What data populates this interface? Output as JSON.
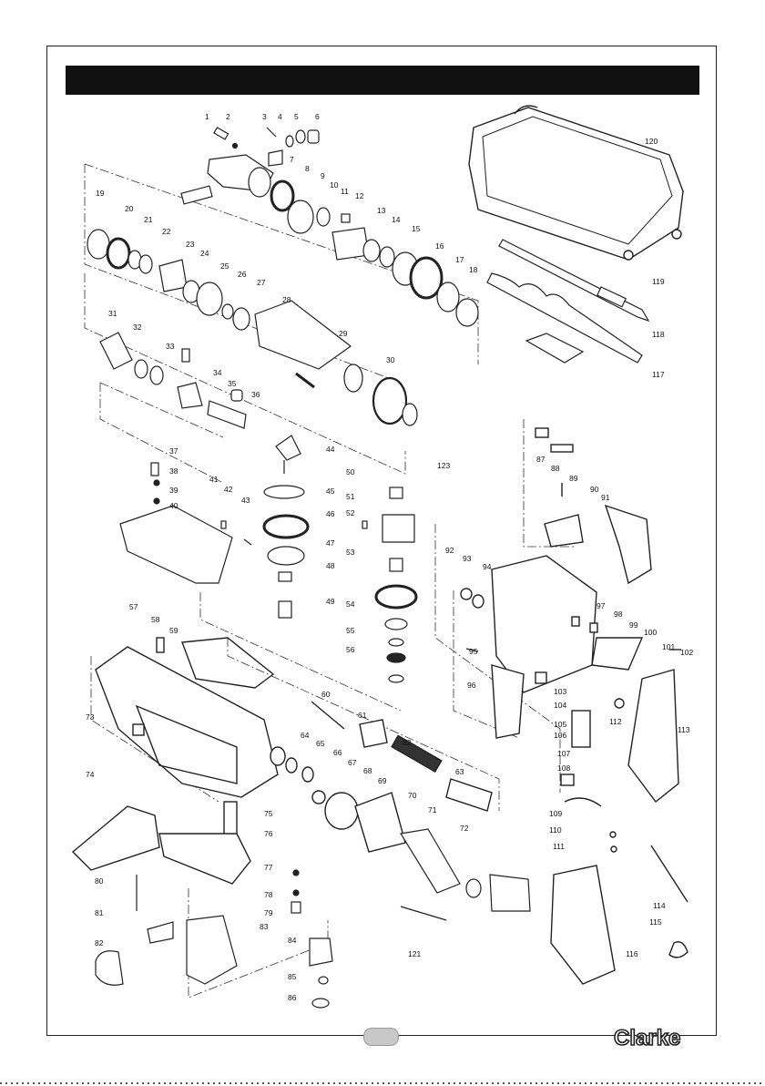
{
  "header": {
    "title": ""
  },
  "parts": [
    {
      "n": "1"
    },
    {
      "n": "2"
    },
    {
      "n": "3"
    },
    {
      "n": "4"
    },
    {
      "n": "5"
    },
    {
      "n": "6"
    },
    {
      "n": "7"
    },
    {
      "n": "8"
    },
    {
      "n": "9"
    },
    {
      "n": "10"
    },
    {
      "n": "11"
    },
    {
      "n": "12"
    },
    {
      "n": "13"
    },
    {
      "n": "14"
    },
    {
      "n": "15"
    },
    {
      "n": "16"
    },
    {
      "n": "17"
    },
    {
      "n": "18"
    },
    {
      "n": "19"
    },
    {
      "n": "20"
    },
    {
      "n": "21"
    },
    {
      "n": "22"
    },
    {
      "n": "23"
    },
    {
      "n": "24"
    },
    {
      "n": "25"
    },
    {
      "n": "26"
    },
    {
      "n": "27"
    },
    {
      "n": "28"
    },
    {
      "n": "29"
    },
    {
      "n": "30"
    },
    {
      "n": "31"
    },
    {
      "n": "32"
    },
    {
      "n": "33"
    },
    {
      "n": "34"
    },
    {
      "n": "35"
    },
    {
      "n": "36"
    },
    {
      "n": "37"
    },
    {
      "n": "38"
    },
    {
      "n": "39"
    },
    {
      "n": "40"
    },
    {
      "n": "41"
    },
    {
      "n": "42"
    },
    {
      "n": "43"
    },
    {
      "n": "44"
    },
    {
      "n": "45"
    },
    {
      "n": "46"
    },
    {
      "n": "47"
    },
    {
      "n": "48"
    },
    {
      "n": "49"
    },
    {
      "n": "50"
    },
    {
      "n": "51"
    },
    {
      "n": "52"
    },
    {
      "n": "53"
    },
    {
      "n": "54"
    },
    {
      "n": "55"
    },
    {
      "n": "56"
    },
    {
      "n": "57"
    },
    {
      "n": "58"
    },
    {
      "n": "59"
    },
    {
      "n": "60"
    },
    {
      "n": "61"
    },
    {
      "n": "62"
    },
    {
      "n": "63"
    },
    {
      "n": "64"
    },
    {
      "n": "65"
    },
    {
      "n": "66"
    },
    {
      "n": "67"
    },
    {
      "n": "68"
    },
    {
      "n": "69"
    },
    {
      "n": "70"
    },
    {
      "n": "71"
    },
    {
      "n": "72"
    },
    {
      "n": "73"
    },
    {
      "n": "74"
    },
    {
      "n": "75"
    },
    {
      "n": "76"
    },
    {
      "n": "77"
    },
    {
      "n": "78"
    },
    {
      "n": "79"
    },
    {
      "n": "80"
    },
    {
      "n": "81"
    },
    {
      "n": "82"
    },
    {
      "n": "83"
    },
    {
      "n": "84"
    },
    {
      "n": "85"
    },
    {
      "n": "86"
    },
    {
      "n": "87"
    },
    {
      "n": "88"
    },
    {
      "n": "89"
    },
    {
      "n": "90"
    },
    {
      "n": "91"
    },
    {
      "n": "92"
    },
    {
      "n": "93"
    },
    {
      "n": "94"
    },
    {
      "n": "95"
    },
    {
      "n": "96"
    },
    {
      "n": "97"
    },
    {
      "n": "98"
    },
    {
      "n": "99"
    },
    {
      "n": "100"
    },
    {
      "n": "101"
    },
    {
      "n": "102"
    },
    {
      "n": "103"
    },
    {
      "n": "104"
    },
    {
      "n": "105"
    },
    {
      "n": "106"
    },
    {
      "n": "107"
    },
    {
      "n": "108"
    },
    {
      "n": "109"
    },
    {
      "n": "110"
    },
    {
      "n": "111"
    },
    {
      "n": "112"
    },
    {
      "n": "113"
    },
    {
      "n": "114"
    },
    {
      "n": "115"
    },
    {
      "n": "116"
    },
    {
      "n": "117"
    },
    {
      "n": "118"
    },
    {
      "n": "119"
    },
    {
      "n": "120"
    },
    {
      "n": "121"
    },
    {
      "n": "123"
    }
  ],
  "footer": {
    "page_number": "",
    "brand": "Clarke"
  },
  "colors": {
    "header_bar": "#111111",
    "line": "#222222",
    "page_pill": "#c8c8c8"
  }
}
